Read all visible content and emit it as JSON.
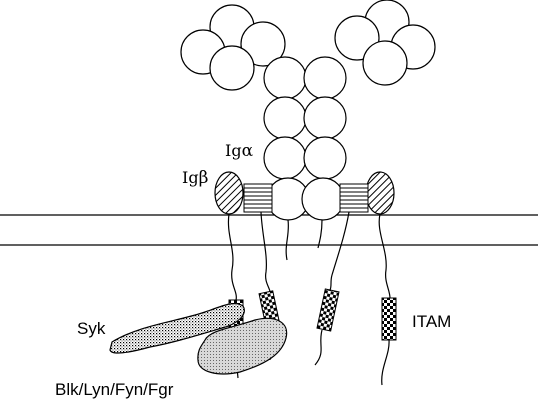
{
  "labels": {
    "ig_alpha": {
      "prefix": "Ig",
      "greek": "α"
    },
    "ig_beta": {
      "prefix": "Ig",
      "greek": "β"
    },
    "syk": "Syk",
    "itam": "ITAM",
    "src_kinases": "Blk/Lyn/Fyn/Fgr"
  },
  "colors": {
    "line": "#000000",
    "background": "#ffffff",
    "hatch": "#000000"
  }
}
